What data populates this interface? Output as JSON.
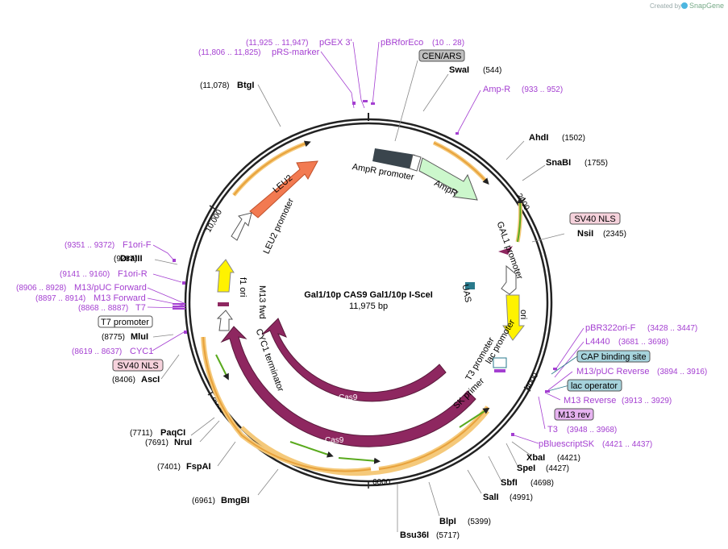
{
  "header": {
    "credit_prefix": "Created by",
    "credit_brand": "SnapGene"
  },
  "center": {
    "name": "Gal1/10p CAS9 Gal1/10p I-SceI",
    "size": "11,975 bp"
  },
  "ticks": {
    "t2000": "2000",
    "t4000": "4000",
    "t6000": "6000",
    "t8000": "8000",
    "t10000": "10,000"
  },
  "sites": {
    "btgi": {
      "name": "BtgI",
      "pos": "(11,078)"
    },
    "swai": {
      "name": "SwaI",
      "pos": "(544)"
    },
    "ahdi": {
      "name": "AhdI",
      "pos": "(1502)"
    },
    "snabi": {
      "name": "SnaBI",
      "pos": "(1755)"
    },
    "nsii": {
      "name": "NsiI",
      "pos": "(2345)"
    },
    "draiii": {
      "name": "DraIII",
      "pos": "(9287)"
    },
    "mlui": {
      "name": "MluI",
      "pos": "(8775)"
    },
    "asci": {
      "name": "AscI",
      "pos": "(8406)"
    },
    "paqci": {
      "name": "PaqCI",
      "pos": "(7711)"
    },
    "nrui": {
      "name": "NruI",
      "pos": "(7691)"
    },
    "fspai": {
      "name": "FspAI",
      "pos": "(7401)"
    },
    "bmgbi": {
      "name": "BmgBI",
      "pos": "(6961)"
    },
    "bsu36i": {
      "name": "Bsu36I",
      "pos": "(5717)"
    },
    "blpi": {
      "name": "BlpI",
      "pos": "(5399)"
    },
    "sali": {
      "name": "SalI",
      "pos": "(4991)"
    },
    "sbfi": {
      "name": "SbfI",
      "pos": "(4698)"
    },
    "spei": {
      "name": "SpeI",
      "pos": "(4427)"
    },
    "xbai": {
      "name": "XbaI",
      "pos": "(4421)"
    }
  },
  "primers": {
    "pgex3": {
      "name": "pGEX 3'",
      "range": "(11,925 .. 11,947)"
    },
    "prsmarker": {
      "name": "pRS-marker",
      "range": "(11,806 .. 11,825)"
    },
    "pbrforeco": {
      "name": "pBRforEco",
      "range": "(10 .. 28)"
    },
    "ampr": {
      "name": "Amp-R",
      "range": "(933 .. 952)"
    },
    "f1orif": {
      "name": "F1ori-F",
      "range": "(9351 .. 9372)"
    },
    "f1orir": {
      "name": "F1ori-R",
      "range": "(9141 .. 9160)"
    },
    "m13pucfwd": {
      "name": "M13/pUC Forward",
      "range": "(8906 .. 8928)"
    },
    "m13fwd": {
      "name": "M13 Forward",
      "range": "(8897 .. 8914)"
    },
    "t7": {
      "name": "T7",
      "range": "(8868 .. 8887)"
    },
    "cyc1": {
      "name": "CYC1",
      "range": "(8619 .. 8637)"
    },
    "pbr322ori": {
      "name": "pBR322ori-F",
      "range": "(3428 .. 3447)"
    },
    "l4440": {
      "name": "L4440",
      "range": "(3681 .. 3698)"
    },
    "m13pucrev": {
      "name": "M13/pUC Reverse",
      "range": "(3894 .. 3916)"
    },
    "m13reverse": {
      "name": "M13 Reverse",
      "range": "(3913 .. 3929)"
    },
    "t3": {
      "name": "T3",
      "range": "(3948 .. 3968)"
    },
    "pbluescriptsk": {
      "name": "pBluescriptSK",
      "range": "(4421 .. 4437)"
    }
  },
  "boxes": {
    "cenars": "CEN/ARS",
    "sv40_top": "SV40 NLS",
    "t7prom": "T7 promoter",
    "sv40_left": "SV40 NLS",
    "cap": "CAP binding site",
    "lacop": "lac operator",
    "m13rev": "M13 rev"
  },
  "features": {
    "amprprom": "AmpR promoter",
    "ampr": "AmpR",
    "gal1prom": "GAL1 promoter",
    "uas": "UAS",
    "ori": "ori",
    "lacprom": "lac promoter",
    "t3prom": "T3 promoter",
    "skprimer": "SK primer",
    "cas9": "Cas9",
    "cas9_outer": "Cas9",
    "cyc1term": "CYC1 terminator",
    "m13fwd": "M13 fwd",
    "f1ori": "f1 ori",
    "leu2prom": "LEU2 promoter",
    "leu2": "LEU2"
  },
  "colors": {
    "backbone": "#222222",
    "leu2": "#f27a51",
    "ampr": "#ccf7cc",
    "ori": "#fff200",
    "cas9": "#8e2760",
    "primer": "#a43fd1",
    "orf_arrow": "#e8a23c",
    "orf_green": "#5aaa1e",
    "cen": "#3a454d",
    "uas": "#2a7a8c",
    "gal1": "#8e2760"
  }
}
